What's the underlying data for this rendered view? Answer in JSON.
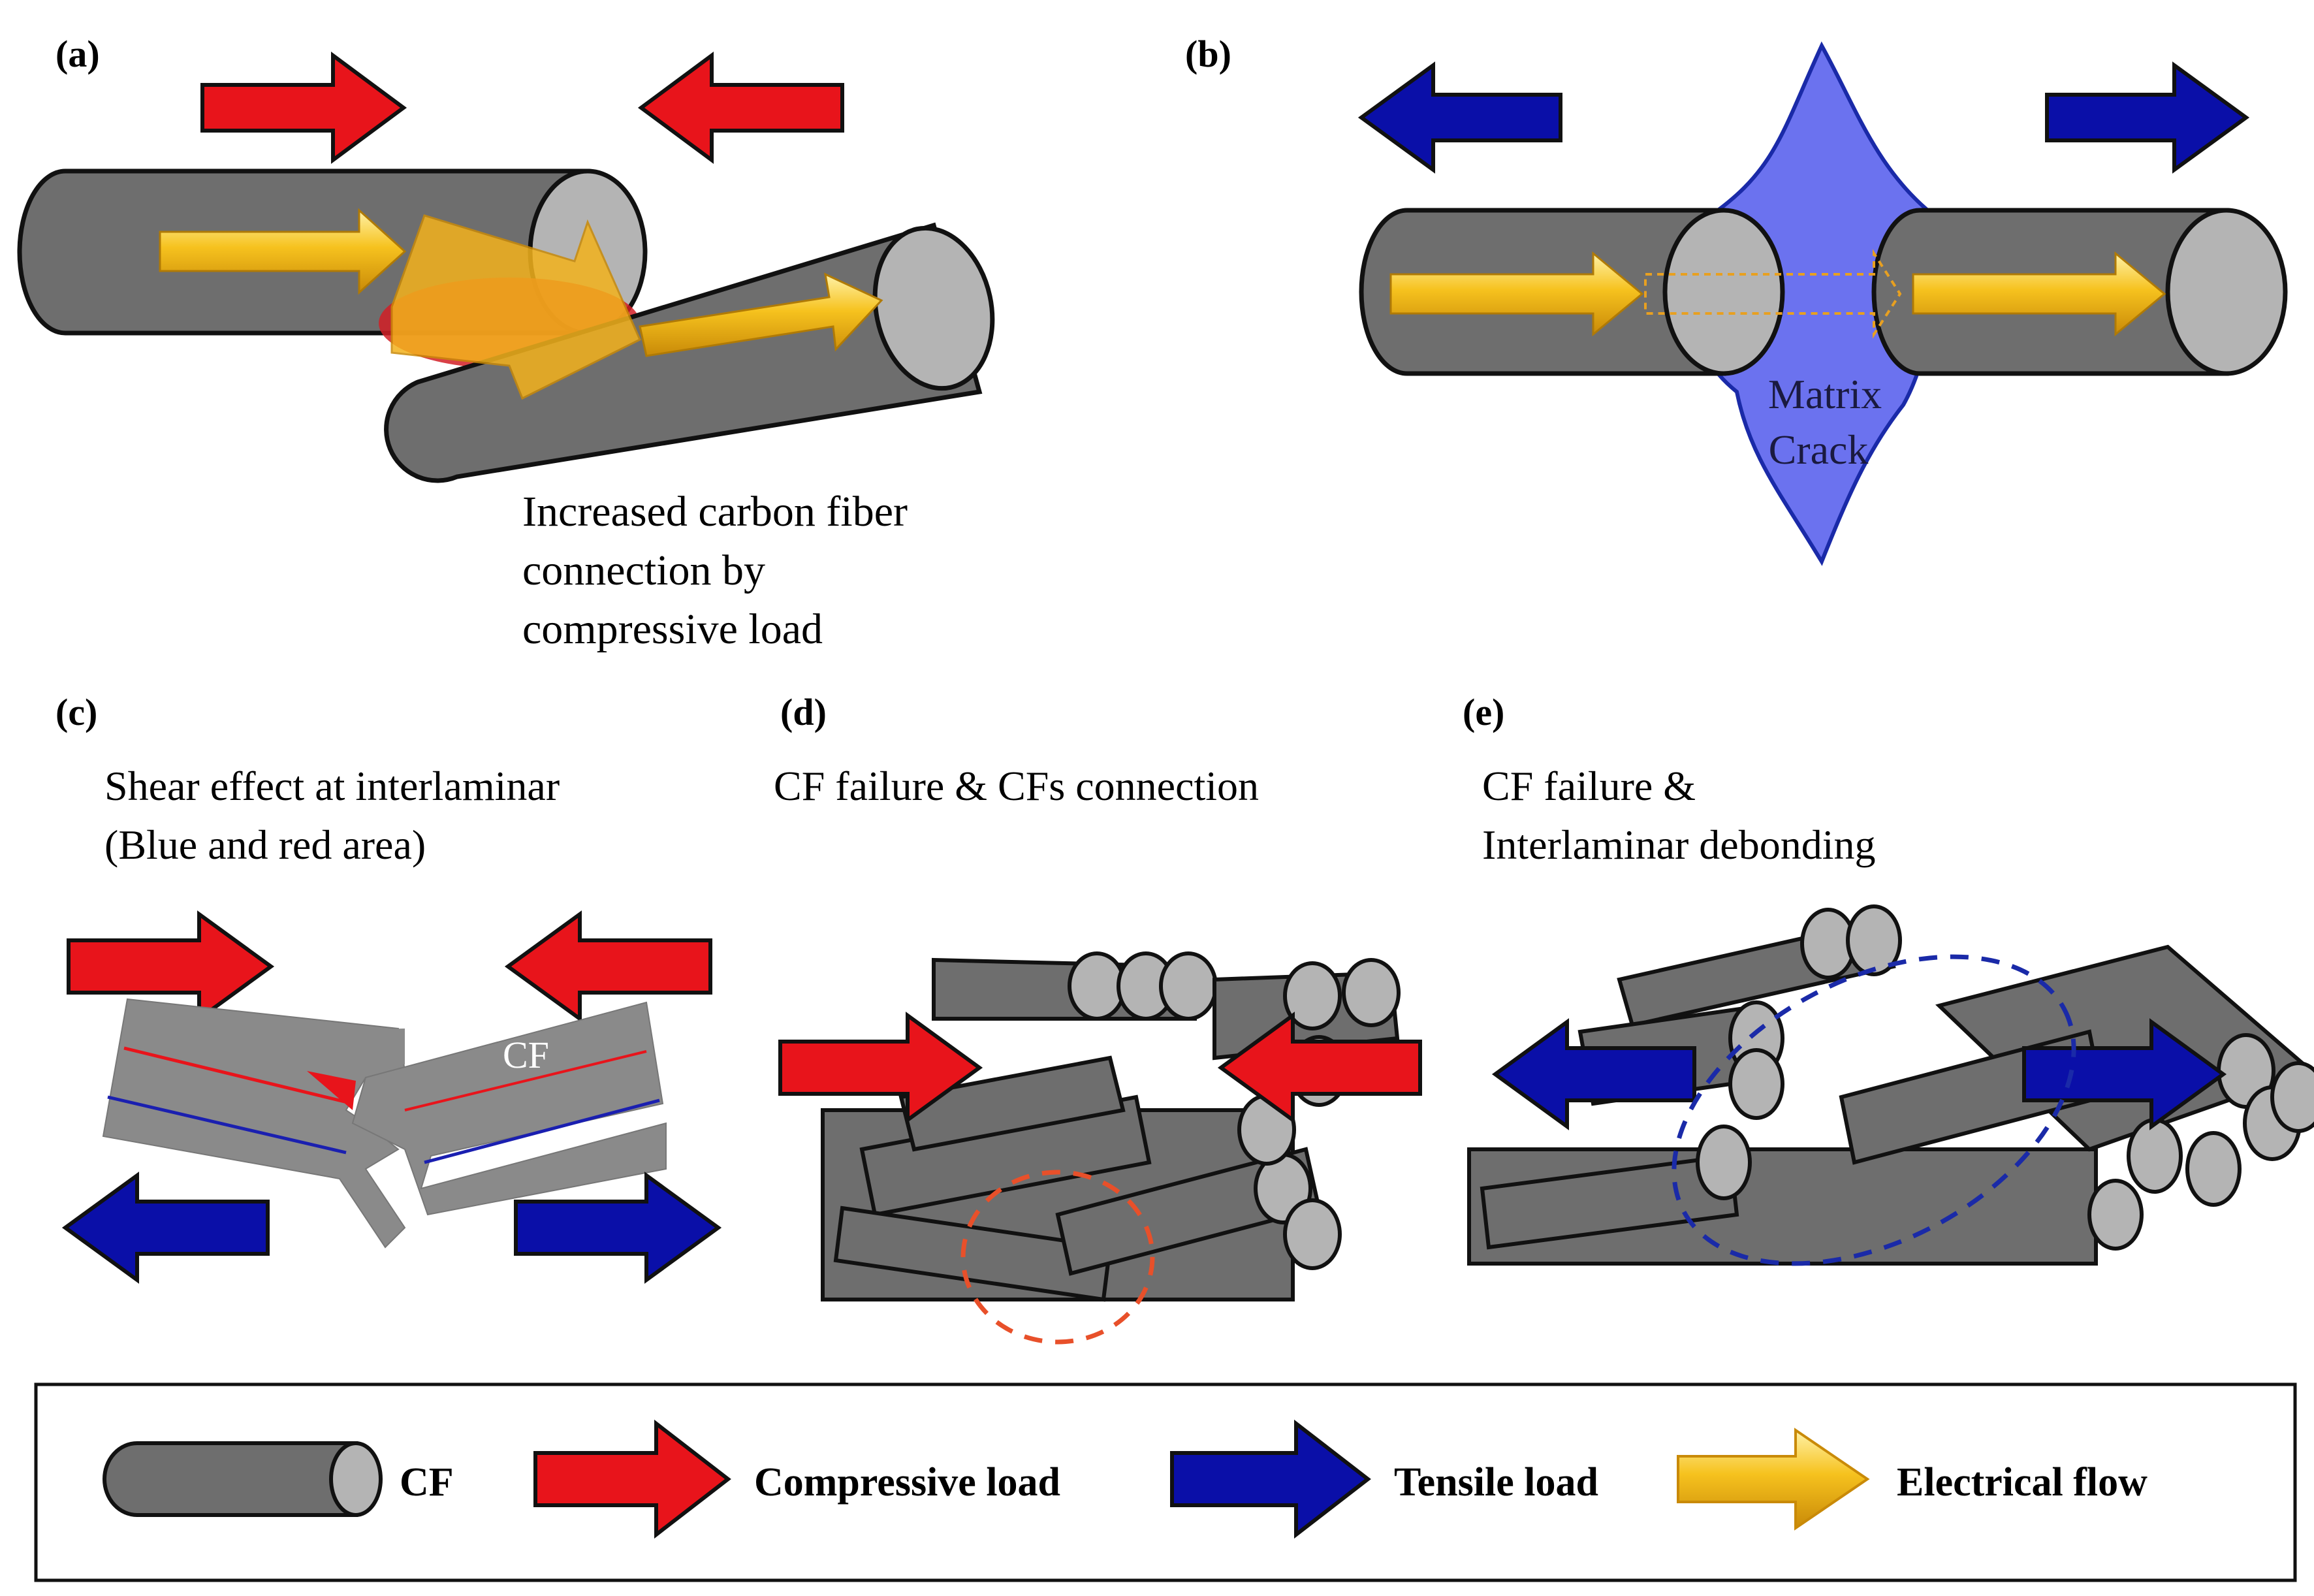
{
  "panels": {
    "a": {
      "label": "(a)",
      "caption_lines": [
        "Increased carbon fiber",
        "connection by",
        "compressive load"
      ]
    },
    "b": {
      "label": "(b)",
      "crack_lines": [
        "Matrix",
        "Crack"
      ]
    },
    "c": {
      "label": "(c)",
      "caption_lines": [
        "Shear effect at interlaminar",
        "(Blue and red area)"
      ],
      "fiber_label": "CF"
    },
    "d": {
      "label": "(d)",
      "caption": "CF failure & CFs connection"
    },
    "e": {
      "label": "(e)",
      "caption_lines": [
        "CF failure &",
        "Interlaminar debonding"
      ]
    }
  },
  "legend": {
    "cf": "CF",
    "compressive": "Compressive load",
    "tensile": "Tensile load",
    "electrical": "Electrical flow"
  },
  "colors": {
    "fiber": "#6e6e6e",
    "fiber_end": "#b4b4b4",
    "compressive": "#e8141b",
    "tensile": "#0a0fa8",
    "electrical": "#f2b81a",
    "crack": "#6b72ef",
    "shear_red": "#e8141b",
    "shear_blue": "#1a1fb0",
    "circle_orange": "#e8502a",
    "circle_blue": "#1a2aa8"
  },
  "icons": {
    "compressive": "red-arrow-icon",
    "tensile": "blue-arrow-icon",
    "electrical": "yellow-arrow-icon",
    "fiber": "cylinder-icon"
  }
}
